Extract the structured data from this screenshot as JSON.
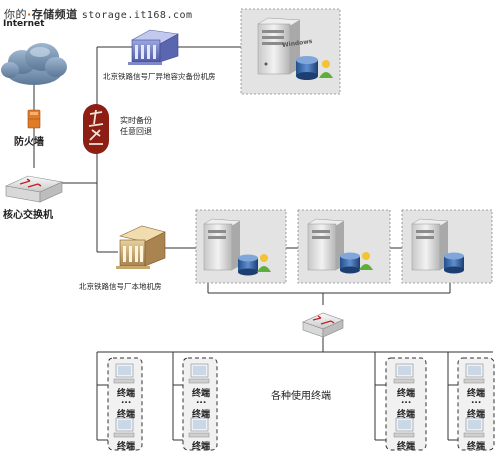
{
  "watermark": {
    "site": "你的",
    "sep": "·",
    "channel": "存储频道",
    "url": "storage.it168.com"
  },
  "internet_label": "Internet",
  "firewall_label": "防火墙",
  "core_switch_label": "核心交换机",
  "remote_site_label": "北京铁路信号厂异地容灾备份机房",
  "local_site_label": "北京铁路信号厂本地机房",
  "backup_note": [
    "实时备份",
    "任意回退"
  ],
  "windows_badge": "Windows",
  "terminals_caption": "各种使用终端",
  "terminal_label": "终端",
  "terminal_dots": "...",
  "colors": {
    "line": "#333333",
    "dashed_box": "#444444",
    "server_panel": "#e3e3e3",
    "logo_red": "#8c1e14",
    "firewall": "#e07b2a"
  }
}
